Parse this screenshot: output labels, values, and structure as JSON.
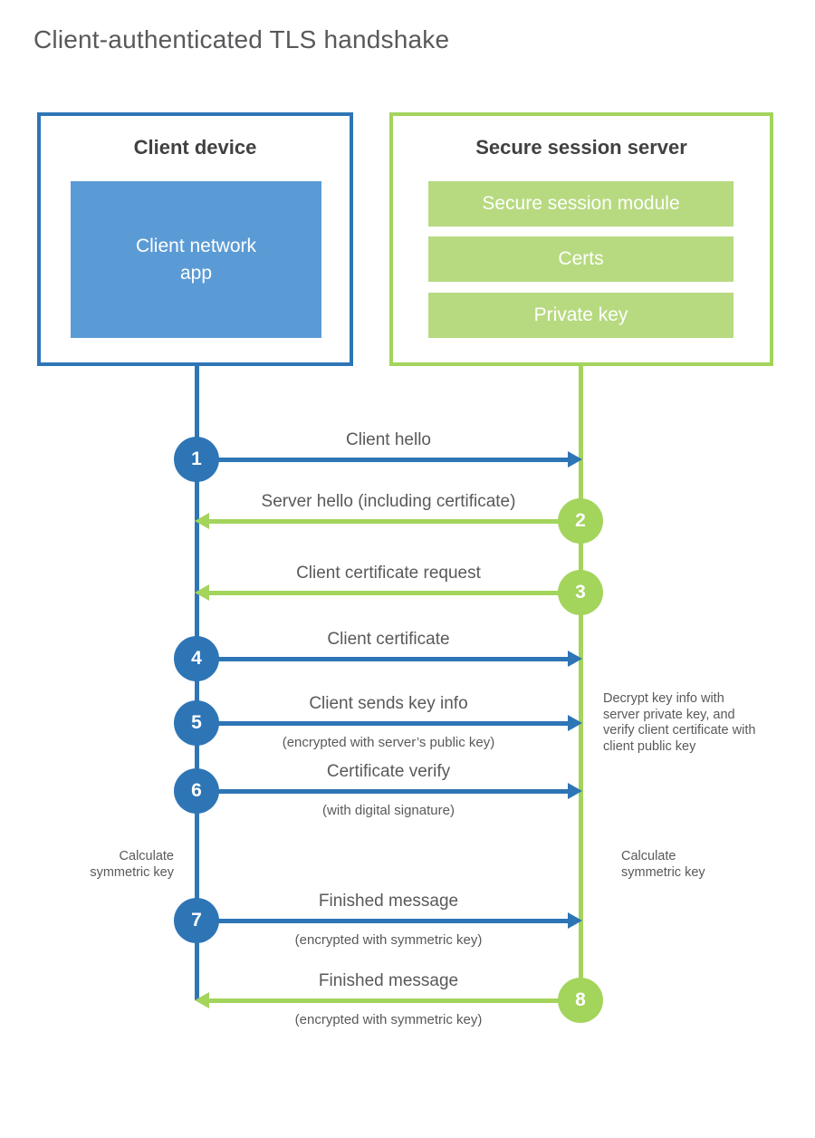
{
  "page": {
    "title": "Client-authenticated TLS handshake"
  },
  "client": {
    "title": "Client device",
    "app": {
      "line1": "Client network",
      "line2": "app"
    }
  },
  "server": {
    "title": "Secure session server",
    "modules": [
      {
        "label": "Secure session module"
      },
      {
        "label": "Certs"
      },
      {
        "label": "Private key"
      }
    ]
  },
  "messages": [
    {
      "step": "1",
      "label": "Client hello",
      "sublabel": "",
      "direction": "client-to-server"
    },
    {
      "step": "2",
      "label": "Server hello (including certificate)",
      "sublabel": "",
      "direction": "server-to-client"
    },
    {
      "step": "3",
      "label": "Client certificate request",
      "sublabel": "",
      "direction": "server-to-client"
    },
    {
      "step": "4",
      "label": "Client certificate",
      "sublabel": "",
      "direction": "client-to-server"
    },
    {
      "step": "5",
      "label": "Client sends key info",
      "sublabel": "(encrypted with server’s public key)",
      "direction": "client-to-server"
    },
    {
      "step": "6",
      "label": "Certificate verify",
      "sublabel": "(with digital signature)",
      "direction": "client-to-server"
    },
    {
      "step": "7",
      "label": "Finished message",
      "sublabel": "(encrypted with symmetric key)",
      "direction": "client-to-server"
    },
    {
      "step": "8",
      "label": "Finished message",
      "sublabel": "(encrypted with symmetric key)",
      "direction": "server-to-client"
    }
  ],
  "annotations": {
    "decrypt_note": "Decrypt key info with server private key, and verify client certificate with client public key",
    "calc_client": {
      "line1": "Calculate",
      "line2": "symmetric key"
    },
    "calc_server": {
      "line1": "Calculate",
      "line2": "symmetric key"
    }
  },
  "colors": {
    "blue-strong": "#2e75b6",
    "blue-light": "#5b9bd5",
    "green-strong": "#a3d45c",
    "green-light": "#b7da80",
    "text-dark": "#414042",
    "text-gray": "#58595b"
  }
}
